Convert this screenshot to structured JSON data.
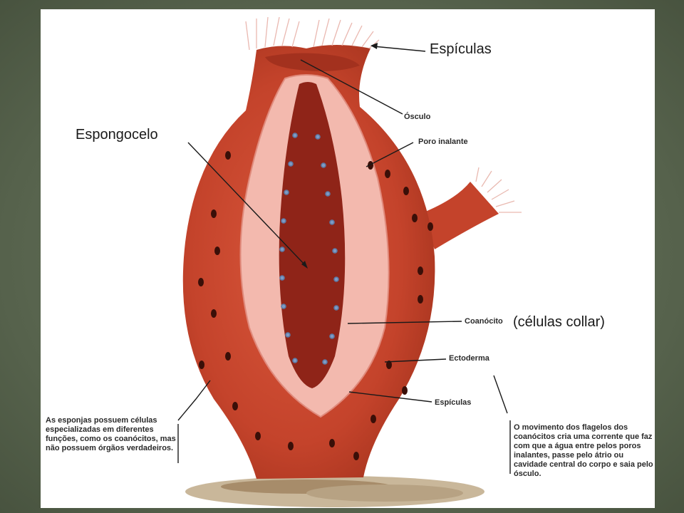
{
  "labels": {
    "espiculas_top": "Espículas",
    "espongocelo": "Espongocelo",
    "celulas_collar": "(células collar)",
    "osculo": "Ósculo",
    "poro_inalante": "Poro inalante",
    "coanocito": "Coanócito",
    "ectoderma": "Ectoderma",
    "espiculas_bottom": "Espículas"
  },
  "notes": {
    "left_lead": "As esponjas",
    "left_rest": " possuem células especializadas em diferentes funções, como os coanócitos, mas não possuem órgãos verdadeiros.",
    "right_start": "O movimento dos flagelos dos ",
    "right_bold": "coanócitos",
    "right_rest": " cria uma corrente que faz com que a água entre pelos poros inalantes, passe pelo átrio ou cavidade central do corpo e saia pelo ósculo."
  },
  "colors": {
    "body": "#c8452e",
    "inner_wall": "#f2b3a8",
    "cavity": "#8f2418",
    "background_frame": "#5e6b55"
  }
}
